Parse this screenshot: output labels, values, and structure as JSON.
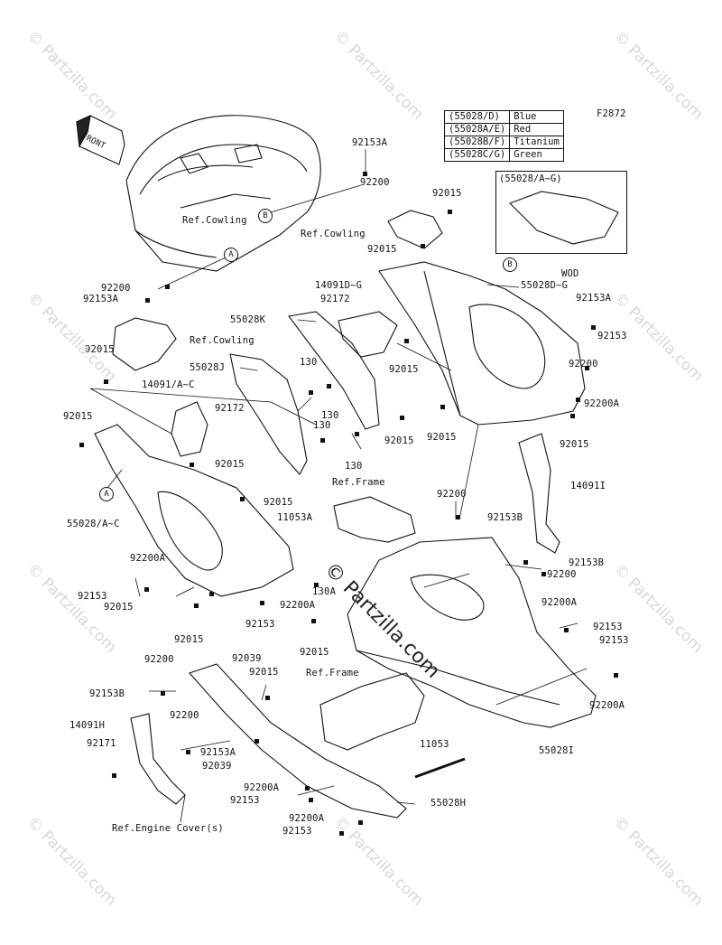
{
  "figure_code": "F2872",
  "color_table": [
    {
      "code": "(55028/D)",
      "color": "Blue"
    },
    {
      "code": "(55028A/E)",
      "color": "Red"
    },
    {
      "code": "(55028B/F)",
      "color": "Titanium"
    },
    {
      "code": "(55028C/G)",
      "color": "Green"
    }
  ],
  "inset": {
    "title": "(55028/A~G)",
    "caption": "WOD"
  },
  "front_label": "FRONT",
  "callouts": {
    "a": "A",
    "b": "B"
  },
  "labels": {
    "l92153a_top": "92153A",
    "l92200_top": "92200",
    "ref_cowling_1": "Ref.Cowling",
    "l92015_a": "92015",
    "ref_cowling_2": "Ref.Cowling",
    "l92015_b": "92015",
    "l92200_left": "92200",
    "l92153a_left": "92153A",
    "l14091dg": "14091D~G",
    "l92172_a": "92172",
    "l55028dg": "55028D~G",
    "l92153a_right": "92153A",
    "l55028k": "55028K",
    "ref_cowling_3": "Ref.Cowling",
    "l92153_r1": "92153",
    "l92015_c": "92015",
    "l55028j": "55028J",
    "l130_a": "130",
    "l92015_d": "92015",
    "l92200_r": "92200",
    "l14091ac": "14091/A~C",
    "l130_b": "130",
    "l92200a_r": "92200A",
    "l92172_b": "92172",
    "l130_c": "130",
    "l92015_e": "92015",
    "l92015_f": "92015",
    "l92015_g": "92015",
    "l92015_h": "92015",
    "l92015_i": "92015",
    "l130_d": "130",
    "ref_frame_1": "Ref.Frame",
    "l14091i": "14091I",
    "l92200_mid": "92200",
    "l92015_j": "92015",
    "l55028ac": "55028/A~C",
    "l11053a": "11053A",
    "l92153b_a": "92153B",
    "l92200a_a": "92200A",
    "l92153b_b": "92153B",
    "l92200_b": "92200",
    "l130a": "130A",
    "l92153_a": "92153",
    "l92015_k": "92015",
    "l92200a_b": "92200A",
    "l92200a_c": "92200A",
    "l92153_b": "92153",
    "l92015_l": "92015",
    "l92153_c": "92153",
    "l92015_m": "92015",
    "l92153_d": "92153",
    "l92200_c": "92200",
    "l92039_a": "92039",
    "l92015_n": "92015",
    "ref_frame_2": "Ref.Frame",
    "l92153b_c": "92153B",
    "l92200a_d": "92200A",
    "l14091h": "14091H",
    "l92200_d": "92200",
    "l92171": "92171",
    "l92153a_b": "92153A",
    "l11053": "11053",
    "l92039_b": "92039",
    "l55028i": "55028I",
    "l92200a_e": "92200A",
    "l92153_e": "92153",
    "l55028h": "55028H",
    "l92200a_f": "92200A",
    "l92153_f": "92153",
    "ref_engine_cover": "Ref.Engine Cover(s)"
  },
  "brand_watermark": "© Partzilla.com",
  "watermark_text": "© Partzilla.com"
}
